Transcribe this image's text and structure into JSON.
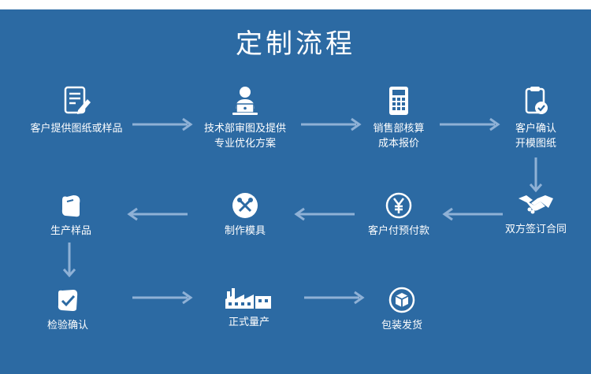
{
  "title": "定制流程",
  "colors": {
    "background": "#2c6aa3",
    "arrow": "#8fb1d6",
    "icon": "#ffffff"
  },
  "steps": [
    {
      "icon": "document-pen-icon",
      "label": "客户提供图纸或样品"
    },
    {
      "icon": "engineer-laptop-icon",
      "label_line1": "技术部审图及提供",
      "label_line2": "专业优化方案"
    },
    {
      "icon": "calculator-icon",
      "label_line1": "销售部核算",
      "label_line2": "成本报价"
    },
    {
      "icon": "clipboard-check-icon",
      "label_line1": "客户确认",
      "label_line2": "开模图纸"
    },
    {
      "icon": "handshake-icon",
      "label": "双方签订合同"
    },
    {
      "icon": "yen-coin-icon",
      "label": "客户付预付款"
    },
    {
      "icon": "tools-icon",
      "label": "制作模具"
    },
    {
      "icon": "sample-part-icon",
      "label": "生产样品"
    },
    {
      "icon": "inspection-check-icon",
      "label": "检验确认"
    },
    {
      "icon": "factory-icon",
      "label": "正式量产"
    },
    {
      "icon": "package-box-icon",
      "label": "包装发货"
    }
  ]
}
